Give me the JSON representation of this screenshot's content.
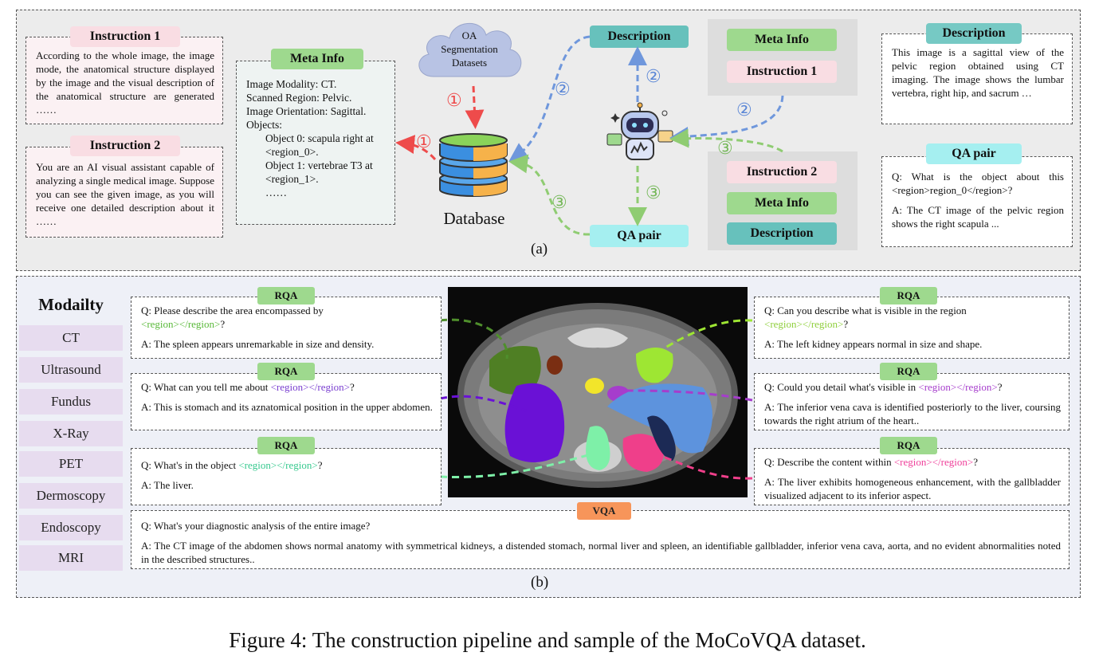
{
  "panel_a": {
    "label": "(a)",
    "instruction1": {
      "title": "Instruction 1",
      "text": "According to the whole image, the image mode, the anatomical structure displayed by the image and the visual description of the anatomical structure are generated ……"
    },
    "instruction2": {
      "title": "Instruction 2",
      "text": "You are an AI visual assistant capable of analyzing a single medical image. Suppose you can see the given image, as you will receive one detailed description about it ……"
    },
    "meta_info": {
      "title": "Meta Info",
      "lines": [
        "Image Modality: CT.",
        "Scanned Region: Pelvic.",
        "Image Orientation: Sagittal.",
        "Objects:"
      ],
      "obj0": "Object 0: scapula right at <region_0>.",
      "obj1": "Object 1: vertebrae T3 at <region_1>.",
      "ellipsis": "……"
    },
    "cloud": "OA Segmentation Datasets",
    "database": "Database",
    "step1": "①",
    "step2": "②",
    "step3": "③",
    "description_pill": "Description",
    "qa_pair_pill": "QA pair",
    "right_group1": [
      "Meta Info",
      "Instruction 1"
    ],
    "right_group2": [
      "Instruction 2",
      "Meta Info",
      "Description"
    ],
    "description_box": {
      "title": "Description",
      "text": "This image is a sagittal view of the pelvic region obtained using CT imaging. The image shows the lumbar vertebra, right hip, and sacrum …"
    },
    "qa_box": {
      "title": "QA pair",
      "q": "Q: What is the object about this <region>region_0</region>?",
      "a": "A: The CT image of the pelvic region shows the right scapula ..."
    }
  },
  "panel_b": {
    "label": "(b)",
    "modality_title": "Modailty",
    "modalities": [
      "CT",
      "Ultrasound",
      "Fundus",
      "X-Ray",
      "PET",
      "Dermoscopy",
      "Endoscopy",
      "MRI"
    ],
    "rqa_label": "RQA",
    "vqa_label": "VQA",
    "region_tag": "<region></region>",
    "left": [
      {
        "q": "Q: Please describe the area encompassed by",
        "q2": "?",
        "a": "A: The spleen appears unremarkable in size and density."
      },
      {
        "q": "Q: What can you tell me about",
        "q2": "?",
        "a": "A: This is stomach and its aznatomical position in the upper abdomen."
      },
      {
        "q": "Q: What's in the object",
        "q2": "?",
        "a": "A: The liver."
      }
    ],
    "right": [
      {
        "q": "Q: Can you describe what is visible in the region",
        "q2": "?",
        "a": "A: The left kidney appears normal in size and shape."
      },
      {
        "q": "Q: Could you detail what's visible in",
        "q2": "?",
        "a": "A: The inferior vena cava is identified posteriorly to the liver, coursing towards the right atrium of the heart.."
      },
      {
        "q": "Q: Describe the content within",
        "q2": "?",
        "a": "A: The liver exhibits homogeneous enhancement, with the gallbladder visualized adjacent to its inferior aspect."
      }
    ],
    "vqa": {
      "q": "Q: What's your diagnostic analysis of the entire image?",
      "a": "A: The CT image of the abdomen shows normal anatomy with symmetrical kidneys, a distended stomach, normal liver and spleen, an identifiable gallbladder, inferior vena cava, aorta, and no evident abnormalities noted in the described structures.."
    }
  },
  "caption": "Figure 4: The construction pipeline and sample of the MoCoVQA dataset.",
  "colors": {
    "pink_pill": "#f9dde3",
    "green_pill": "#9ed98e",
    "teal_pill": "#67c1bc",
    "cyan_pill": "#a5eff0",
    "vqa_orange": "#f7955a",
    "red_arrow": "#ee4b4b",
    "blue_arrow": "#6f97dc",
    "green_arrow": "#8fcc72"
  }
}
